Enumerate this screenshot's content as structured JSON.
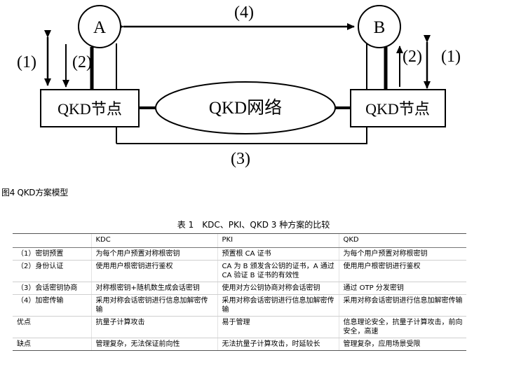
{
  "diagram": {
    "node_a": "A",
    "node_b": "B",
    "left_box": "QKD节点",
    "right_box": "QKD节点",
    "network": "QKD网络",
    "label_ab": "(4)",
    "label_bottom": "(3)",
    "label_left_1": "(1)",
    "label_left_2": "(2)",
    "label_right_1": "(1)",
    "label_right_2": "(2)"
  },
  "figure_caption": "图4 QKD方案模型",
  "table": {
    "title": "表 1　KDC、PKI、QKD 3 种方案的比较",
    "headers": [
      "",
      "KDC",
      "PKI",
      "QKD"
    ],
    "rows": [
      [
        "（1）密钥预置",
        "为每个用户预置对称根密钥",
        "预置根 CA 证书",
        "为每个用户预置对称根密钥"
      ],
      [
        "（2）身份认证",
        "使用用户根密钥进行鉴权",
        "CA 为 B 颁发含公钥的证书，A 通过 CA 验证 B 证书的有效性",
        "使用用户根密钥进行鉴权"
      ],
      [
        "（3）会话密钥协商",
        "对称根密钥+随机数生成会话密钥",
        "使用对方公钥协商对称会话密钥",
        "通过 OTP 分发密钥"
      ],
      [
        "（4）加密传输",
        "采用对称会话密钥进行信息加解密传输",
        "采用对称会话密钥进行信息加解密传输",
        "采用对称会话密钥进行信息加解密传输"
      ],
      [
        "优点",
        "抗量子计算攻击",
        "易于管理",
        "信息理论安全，抗量子计算攻击，前向安全，高速"
      ],
      [
        "缺点",
        "管理复杂，无法保证前向性",
        "无法抗量子计算攻击，时延较长",
        "管理复杂，应用场景受限"
      ]
    ]
  }
}
